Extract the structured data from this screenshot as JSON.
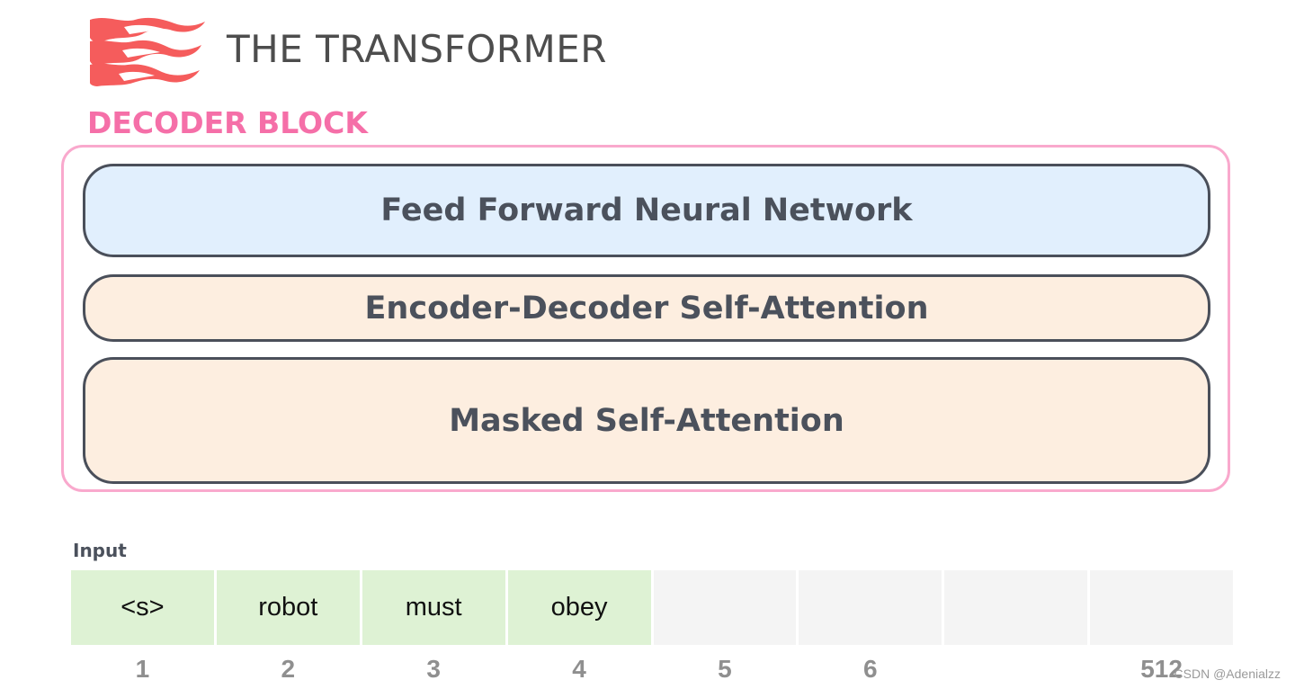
{
  "header": {
    "title": "THE TRANSFORMER",
    "logo_icon": "flame-logo-icon",
    "logo_color": "#f55c5c"
  },
  "decoder_block": {
    "label": "DECODER BLOCK",
    "label_color": "#f56fa8",
    "border_color": "#f9a9cd",
    "layers": [
      {
        "label": "Feed Forward Neural Network",
        "fill": "#e1effd"
      },
      {
        "label": "Encoder-Decoder Self-Attention",
        "fill": "#fdeee0"
      },
      {
        "label": "Masked Self-Attention",
        "fill": "#fdeee0"
      }
    ]
  },
  "input": {
    "label": "Input",
    "filled_color": "#def2d4",
    "empty_color": "#f4f4f4",
    "tokens": [
      "<s>",
      "robot",
      "must",
      "obey",
      "",
      "",
      "",
      ""
    ],
    "indices": [
      "1",
      "2",
      "3",
      "4",
      "5",
      "6",
      "",
      "512"
    ]
  },
  "watermark": "CSDN @Adenialzz"
}
